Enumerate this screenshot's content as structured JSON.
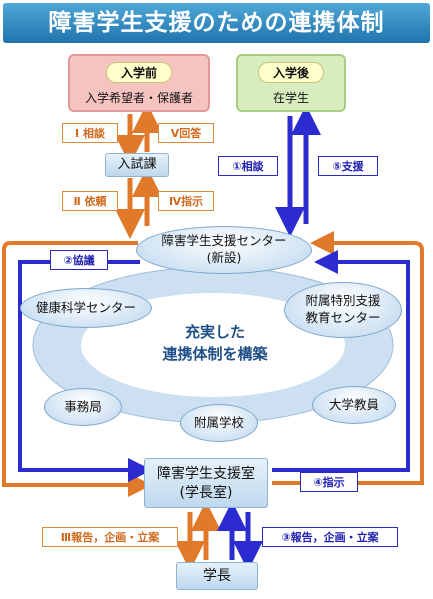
{
  "title": "障害学生支援のための連携体制",
  "pre_admission": {
    "tag": "入学前",
    "text": "入学希望者・保護者"
  },
  "post_admission": {
    "tag": "入学後",
    "text": "在学生"
  },
  "admissions_office": "入試課",
  "support_center": {
    "line1": "障害学生支援センター",
    "line2": "(新設)"
  },
  "support_office": {
    "line1": "障害学生支援室",
    "line2": "(学長室)"
  },
  "president": "学長",
  "partners": {
    "health": "健康科学センター",
    "special_ed": [
      "附属特別支援",
      "教育センター"
    ],
    "admin": "事務局",
    "attached_school": "附属学校",
    "faculty": "大学教員"
  },
  "center_message": [
    "充実した",
    "連携体制を構築"
  ],
  "flow_labels": {
    "consult_1": "Ⅰ 相談",
    "answer_5": "Ⅴ回答",
    "request_2": "Ⅱ 依頼",
    "instruct_4": "Ⅳ指示",
    "report_3": "Ⅲ報告，企画・立案",
    "consult_c1": "①相談",
    "support_c5": "⑤支援",
    "discuss_c2": "②協議",
    "instruct_c4": "④指示",
    "report_c3": "③報告，企画・立案"
  },
  "colors": {
    "orange": "#e07a2a",
    "blue": "#2b2bd0",
    "title_bg": "#2a86c2"
  }
}
